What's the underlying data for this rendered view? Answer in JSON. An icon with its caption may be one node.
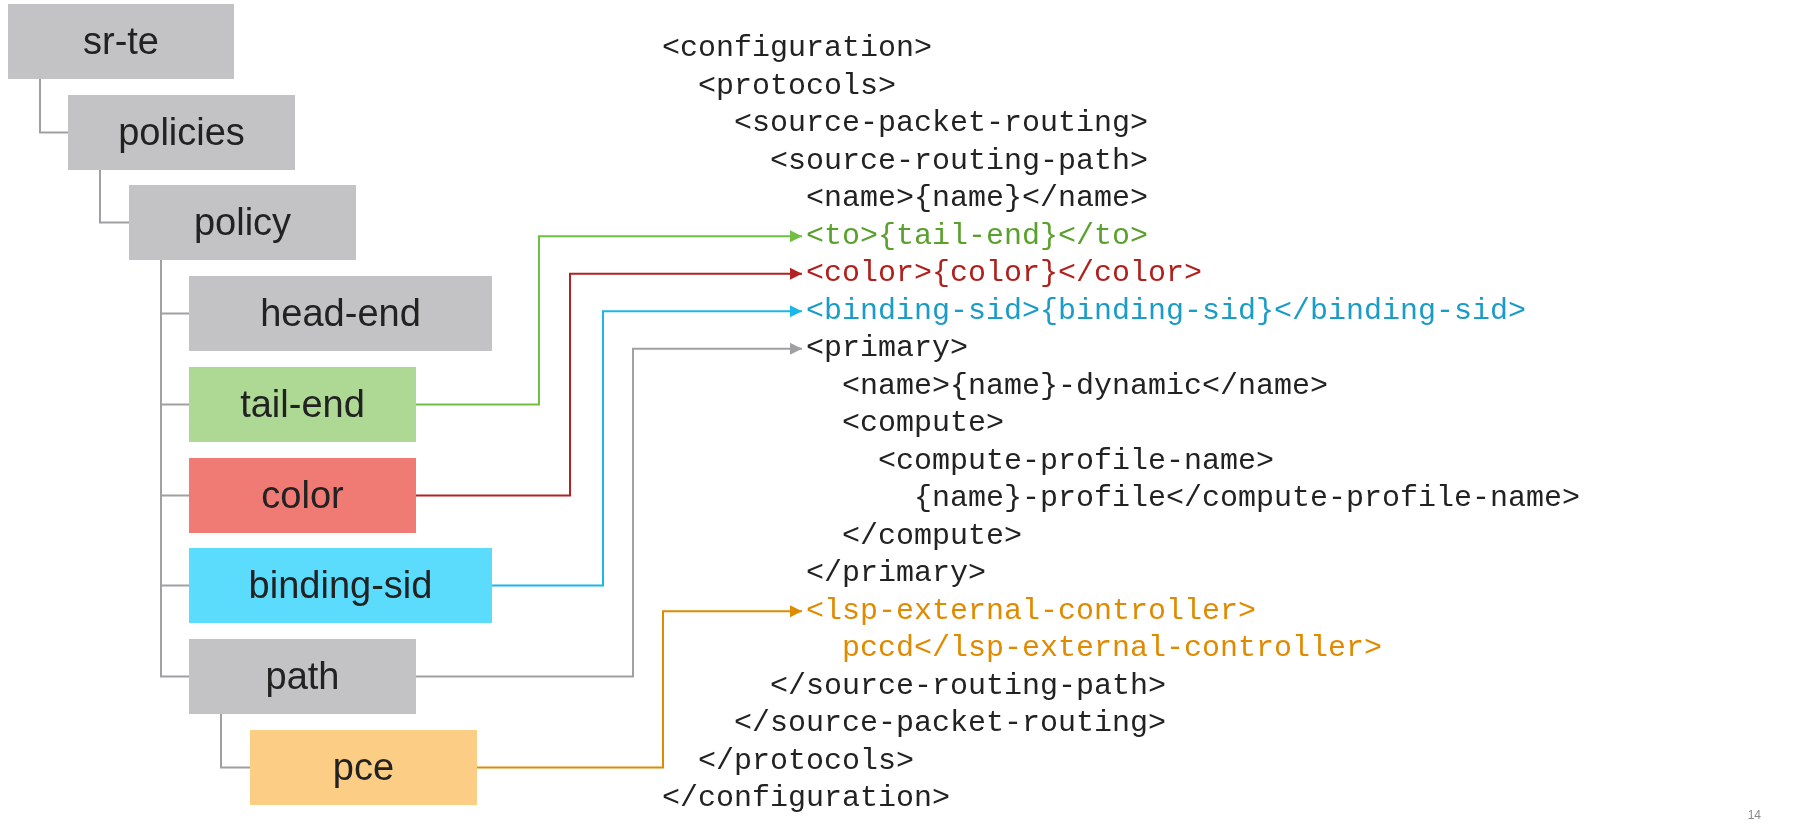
{
  "diagram": {
    "nodes": [
      {
        "text": [
          "sr-te"
        ]
      },
      {
        "text": [
          "policies"
        ]
      },
      {
        "text": [
          "policy"
        ]
      },
      {
        "text": [
          "head-end"
        ]
      },
      {
        "text": [
          "tail-end"
        ]
      },
      {
        "text": [
          "color"
        ]
      },
      {
        "text": [
          "binding-sid"
        ]
      },
      {
        "text": [
          "path"
        ]
      },
      {
        "text": [
          "pce"
        ]
      },
      {
        "text": [
          "<to>{tail-end}</to>"
        ]
      },
      {
        "text": [
          "<color>{color}</color>"
        ]
      },
      {
        "text": [
          "<binding-sid>{binding-sid}</binding-sid>"
        ]
      },
      {
        "text": [
          "<primary>"
        ]
      },
      {
        "text": [
          "<lsp-external-controller> pccd</lsp-external-controller>"
        ]
      }
    ],
    "edges": [
      {
        "from": 0,
        "to": 1,
        "arrow": "none"
      },
      {
        "from": 1,
        "to": 2,
        "arrow": "none"
      },
      {
        "from": 2,
        "to": 3,
        "arrow": "none"
      },
      {
        "from": 2,
        "to": 4,
        "arrow": "none"
      },
      {
        "from": 2,
        "to": 5,
        "arrow": "none"
      },
      {
        "from": 2,
        "to": 6,
        "arrow": "none"
      },
      {
        "from": 2,
        "to": 7,
        "arrow": "none"
      },
      {
        "from": 7,
        "to": 8,
        "arrow": "none"
      },
      {
        "from": 4,
        "to": 9,
        "arrow": "to",
        "color": "#70bf44"
      },
      {
        "from": 5,
        "to": 10,
        "arrow": "to",
        "color": "#b22222"
      },
      {
        "from": 6,
        "to": 11,
        "arrow": "to",
        "color": "#1ab7ea"
      },
      {
        "from": 7,
        "to": 12,
        "arrow": "to"
      },
      {
        "from": 8,
        "to": 13,
        "arrow": "to",
        "color": "#df8a00"
      }
    ],
    "labels": [
      "<configuration>",
      "<protocols>",
      "<source-packet-routing>",
      "<source-routing-path>",
      "<name>{name}</name>",
      "<name>{name}-dynamic</name>",
      "<compute>",
      "<compute-profile-name> {name}-profile</compute-profile-name>",
      "</compute>",
      "</primary>",
      "</source-routing-path>",
      "</source-packet-routing>",
      "</protocols>",
      "</configuration>",
      "14"
    ]
  }
}
